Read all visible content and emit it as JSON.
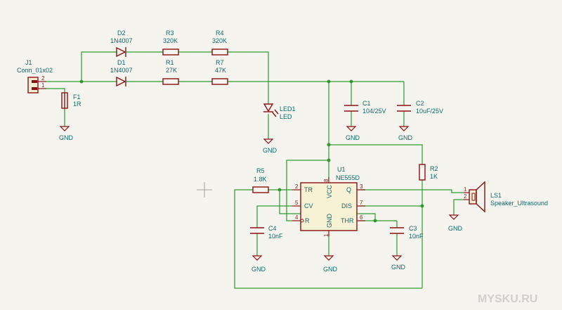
{
  "components": {
    "j1": {
      "ref": "J1",
      "value": "Conn_01x02",
      "pins": [
        "2",
        "1"
      ]
    },
    "f1": {
      "ref": "F1",
      "value": "1R"
    },
    "d2": {
      "ref": "D2",
      "value": "1N4007"
    },
    "d1": {
      "ref": "D1",
      "value": "1N4007"
    },
    "r3": {
      "ref": "R3",
      "value": "320K"
    },
    "r4": {
      "ref": "R4",
      "value": "320K"
    },
    "r1": {
      "ref": "R1",
      "value": "27K"
    },
    "r7": {
      "ref": "R7",
      "value": "47K"
    },
    "led1": {
      "ref": "LED1",
      "value": "LED"
    },
    "c1": {
      "ref": "C1",
      "value": "104/25V"
    },
    "c2": {
      "ref": "C2",
      "value": "10uF/25V"
    },
    "u1": {
      "ref": "U1",
      "value": "NE555D",
      "pins": {
        "tr": "TR",
        "cv": "CV",
        "r": "R",
        "q": "Q",
        "dis": "DIS",
        "thr": "THR",
        "vcc": "VCC",
        "gnd": "GND"
      },
      "pin_numbers": {
        "tr": "2",
        "cv": "5",
        "r": "4",
        "q": "3",
        "dis": "7",
        "thr": "6",
        "vcc": "8",
        "gnd": "1"
      }
    },
    "r5": {
      "ref": "R5",
      "value": "1.8K"
    },
    "r2": {
      "ref": "R2",
      "value": "1K"
    },
    "c4": {
      "ref": "C4",
      "value": "10nF"
    },
    "c3": {
      "ref": "C3",
      "value": "10nF"
    },
    "ls1": {
      "ref": "LS1",
      "value": "Speaker_Ultrasound",
      "pins": [
        "1",
        "2"
      ]
    }
  },
  "power": {
    "gnd": "GND"
  },
  "watermark": "MYSKU.RU"
}
